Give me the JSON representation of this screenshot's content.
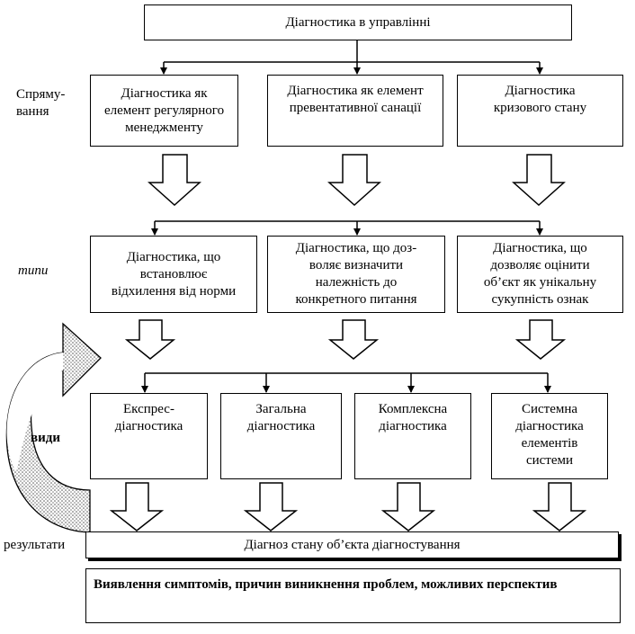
{
  "title": "Діагностика в  управлінні",
  "side_labels": {
    "napryamuvannya": "Спряму-\nвання",
    "typy": "типи",
    "vydy": "види",
    "rezultaty": "результати"
  },
  "directions": [
    "Діагностика як\nелемент регулярного\nменеджменту",
    "Діагностика як елемент\nпревентативної санації",
    "Діагностика\nкризового стану"
  ],
  "types": [
    "Діагностика, що\nвстановлює\nвідхилення від норми",
    "Діагностика, що доз-\nволяє визначити\nналежність до\nконкретного питання",
    "Діагностика, що\nдозволяє оцінити\nоб’єкт як унікальну\nсукупність ознак"
  ],
  "kinds": [
    "Експрес-\nдіагностика",
    "Загальна\nдіагностика",
    "Комплексна\nдіагностика",
    "Системна\nдіагностика\nелементів\nсистеми"
  ],
  "result_main": "Діагноз стану об’єкта діагностування",
  "result_detail": "Виявлення симптомів, причин виникнення проблем, можливих перспектив"
}
